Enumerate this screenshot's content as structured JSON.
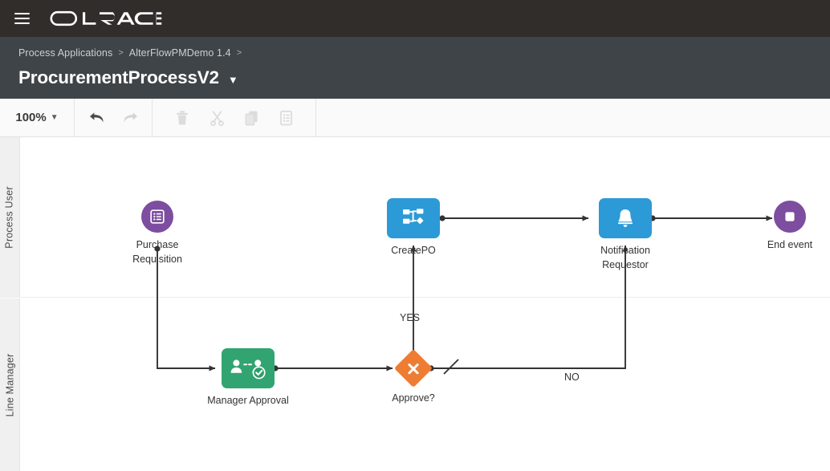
{
  "topbar": {
    "menu_icon": "hamburger-icon",
    "brand": "ORACLE"
  },
  "header": {
    "breadcrumb": [
      {
        "label": "Process Applications"
      },
      {
        "label": "AlterFlowPMDemo 1.4"
      }
    ],
    "breadcrumb_separator": ">",
    "title": "ProcurementProcessV2",
    "title_caret": "chevron-down-icon"
  },
  "toolbar": {
    "zoom_level": "100%",
    "zoom_caret": "chevron-down-icon",
    "buttons": [
      {
        "name": "undo-button",
        "icon": "undo-arrow-icon",
        "enabled": true
      },
      {
        "name": "redo-button",
        "icon": "redo-arrow-icon",
        "enabled": false
      },
      {
        "name": "delete-button",
        "icon": "trash-icon",
        "enabled": false
      },
      {
        "name": "cut-button",
        "icon": "scissors-icon",
        "enabled": false
      },
      {
        "name": "copy-button",
        "icon": "copy-icon",
        "enabled": false
      },
      {
        "name": "paste-button",
        "icon": "paste-clipboard-icon",
        "enabled": false
      }
    ]
  },
  "colors": {
    "topbar_bg": "#312D2A",
    "header_bg": "#3F4448",
    "purple_event": "#7D4D9F",
    "blue_task": "#2C9AD6",
    "green_task": "#32A471",
    "orange_gateway": "#EE7C32",
    "connector": "#333333",
    "lane_header_bg": "#F0F0F0"
  },
  "canvas": {
    "lanes": [
      {
        "name": "lane-process-user",
        "label": "Process User"
      },
      {
        "name": "lane-line-manager",
        "label": "Line Manager"
      }
    ],
    "nodes": [
      {
        "id": "purchase-requisition",
        "label": "Purchase Requisition",
        "type": "start-event",
        "icon": "form-list-icon",
        "lane": "Process User",
        "color": "#7D4D9F"
      },
      {
        "id": "create-po",
        "label": "CreatePO",
        "type": "service-task",
        "icon": "service-flow-icon",
        "lane": "Process User",
        "color": "#2C9AD6"
      },
      {
        "id": "notification-requestor",
        "label": "Notification\nRequestor",
        "type": "notification-task",
        "icon": "bell-icon",
        "lane": "Process User",
        "color": "#2C9AD6"
      },
      {
        "id": "end-event",
        "label": "End event",
        "type": "end-event",
        "icon": "stop-square-icon",
        "lane": "Process User",
        "color": "#7D4D9F"
      },
      {
        "id": "manager-approval",
        "label": "Manager Approval",
        "type": "human-task",
        "icon": "approval-users-check-icon",
        "lane": "Line Manager",
        "color": "#32A471"
      },
      {
        "id": "approve-gateway",
        "label": "Approve?",
        "type": "exclusive-gateway",
        "icon": "gateway-x-icon",
        "lane": "Line Manager",
        "color": "#EE7C32"
      }
    ],
    "flows": [
      {
        "id": "flow-start-to-approval",
        "label": "",
        "from": "purchase-requisition",
        "to": "manager-approval"
      },
      {
        "id": "flow-approval-to-gateway",
        "label": "",
        "from": "manager-approval",
        "to": "approve-gateway"
      },
      {
        "id": "flow-gateway-yes",
        "label": "YES",
        "from": "approve-gateway",
        "to": "create-po"
      },
      {
        "id": "flow-gateway-no",
        "label": "NO",
        "from": "approve-gateway",
        "to": "notification-requestor"
      },
      {
        "id": "flow-createpo-to-notification",
        "label": "",
        "from": "create-po",
        "to": "notification-requestor"
      },
      {
        "id": "flow-notification-to-end",
        "label": "",
        "from": "notification-requestor",
        "to": "end-event"
      }
    ]
  }
}
